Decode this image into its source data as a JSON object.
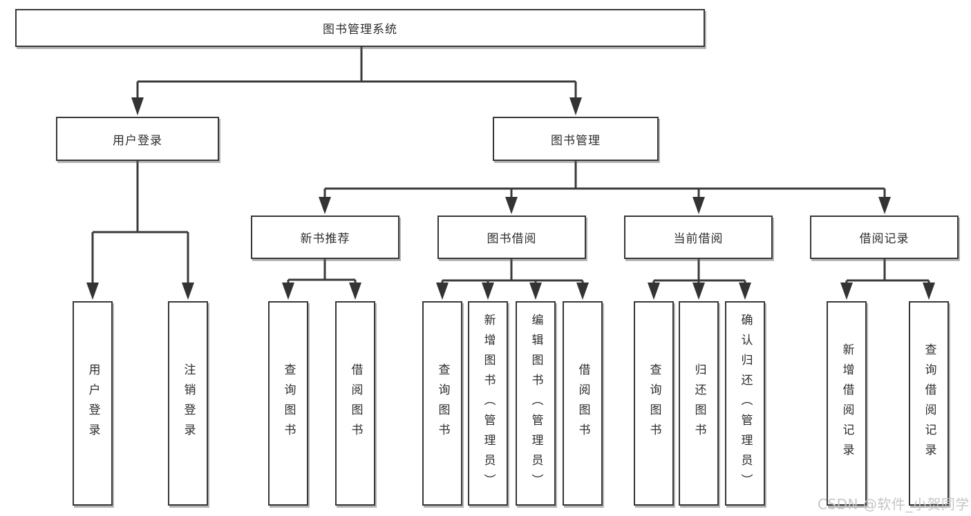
{
  "diagram": {
    "root": {
      "label": "图书管理系统"
    },
    "branches": [
      {
        "label": "用户登录",
        "children": [
          {
            "label": "用户登录"
          },
          {
            "label": "注销登录"
          }
        ]
      },
      {
        "label": "图书管理",
        "groups": [
          {
            "label": "新书推荐",
            "children": [
              {
                "label": "查询图书"
              },
              {
                "label": "借阅图书"
              }
            ]
          },
          {
            "label": "图书借阅",
            "children": [
              {
                "label": "查询图书"
              },
              {
                "label": "新增图书（管理员）"
              },
              {
                "label": "编辑图书（管理员）"
              },
              {
                "label": "借阅图书"
              }
            ]
          },
          {
            "label": "当前借阅",
            "children": [
              {
                "label": "查询图书"
              },
              {
                "label": "归还图书"
              },
              {
                "label": "确认归还（管理员）"
              }
            ]
          },
          {
            "label": "借阅记录",
            "children": [
              {
                "label": "新增借阅记录"
              },
              {
                "label": "查询借阅记录"
              }
            ]
          }
        ]
      }
    ]
  },
  "watermark": {
    "text": "CSDN @软件_小贺同学"
  },
  "colors": {
    "line": "#3a3a3a",
    "arrow": "#333333",
    "box_border": "#363636",
    "text": "#2d2d2d",
    "watermark": "#c5c5c5",
    "background": "#ffffff"
  }
}
